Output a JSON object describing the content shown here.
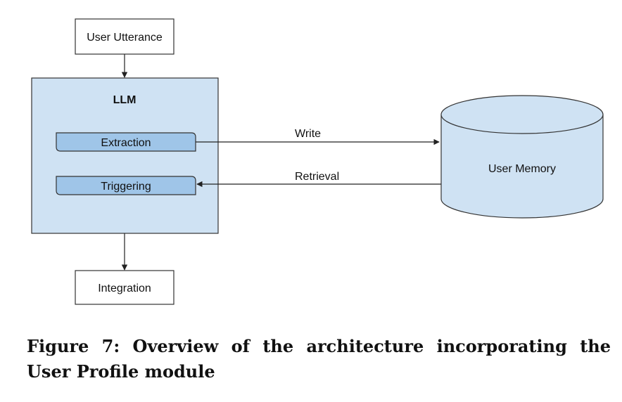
{
  "nodes": {
    "user_utterance": "User Utterance",
    "llm": "LLM",
    "extraction": "Extraction",
    "triggering": "Triggering",
    "user_memory": "User Memory",
    "integration": "Integration"
  },
  "edges": {
    "write": "Write",
    "retrieval": "Retrieval"
  },
  "caption": "Figure 7: Overview of the architecture incorporating the User Profile module",
  "colors": {
    "llm_fill": "#cfe2f3",
    "module_fill": "#9fc5e8",
    "memory_fill": "#cfe2f3",
    "stroke": "#333333"
  }
}
